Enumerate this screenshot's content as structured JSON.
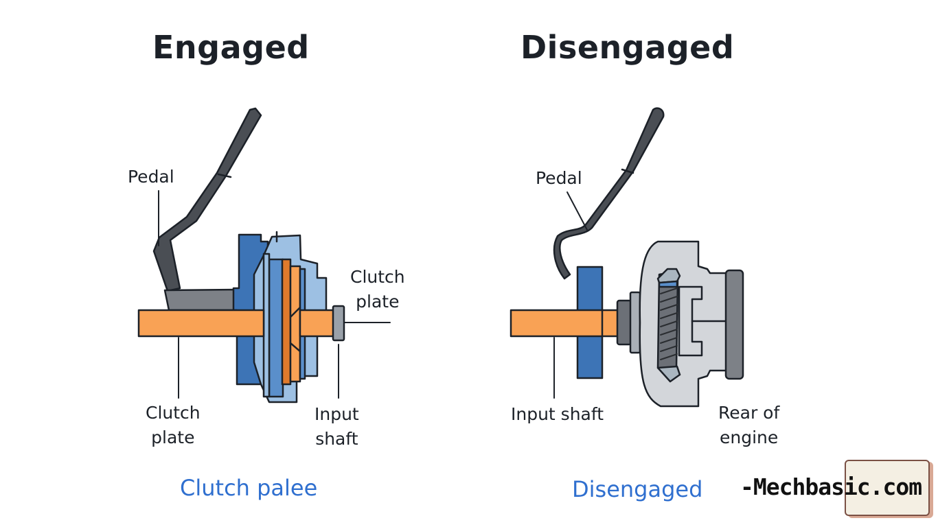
{
  "left_panel": {
    "title": "Engaged",
    "labels": {
      "pedal": "Pedal",
      "clutch_plate_right_line1": "Clutch",
      "clutch_plate_right_line2": "plate",
      "clutch_plate_bottom_line1": "Clutch",
      "clutch_plate_bottom_line2": "plate",
      "input_shaft_line1": "Input",
      "input_shaft_line2": "shaft"
    },
    "caption": "Clutch palee"
  },
  "right_panel": {
    "title": "Disengaged",
    "labels": {
      "pedal": "Pedal",
      "input_shaft": "Input shaft",
      "rear_of_engine_line1": "Rear of",
      "rear_of_engine_line2": "engine"
    },
    "caption": "Disengaged"
  },
  "watermark": "-Mechbasic.com",
  "colors": {
    "shaft_orange": "#f9a255",
    "plate_dark_orange": "#e07a2c",
    "blue_dark": "#3d74b6",
    "blue_mid": "#5a8fcb",
    "blue_light": "#9dc0e3",
    "pedal_gray": "#4a4e54",
    "housing_gray": "#d3d6da",
    "caption_blue": "#2f6fcf"
  }
}
